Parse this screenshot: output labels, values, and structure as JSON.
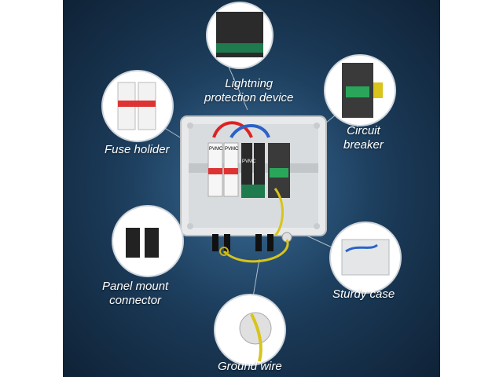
{
  "image": {
    "subject": "solar PV combiner box with surge protection, breaker and fuse holders",
    "background_color": "#1c3d5c",
    "callouts": [
      {
        "id": "lightning",
        "line1": "Lightning",
        "line2": "protection device"
      },
      {
        "id": "fuse",
        "line1": "Fuse holider",
        "line2": ""
      },
      {
        "id": "breaker",
        "line1": "Circuit",
        "line2": "breaker"
      },
      {
        "id": "connector",
        "line1": "Panel mount",
        "line2": "connector"
      },
      {
        "id": "case",
        "line1": "Sturdy case",
        "line2": ""
      },
      {
        "id": "ground",
        "line1": "Ground wire",
        "line2": ""
      }
    ],
    "device_marks": {
      "brand": "PVMC",
      "fuse_brand_1": "PVMC",
      "fuse_brand_2": "PVMC"
    }
  }
}
